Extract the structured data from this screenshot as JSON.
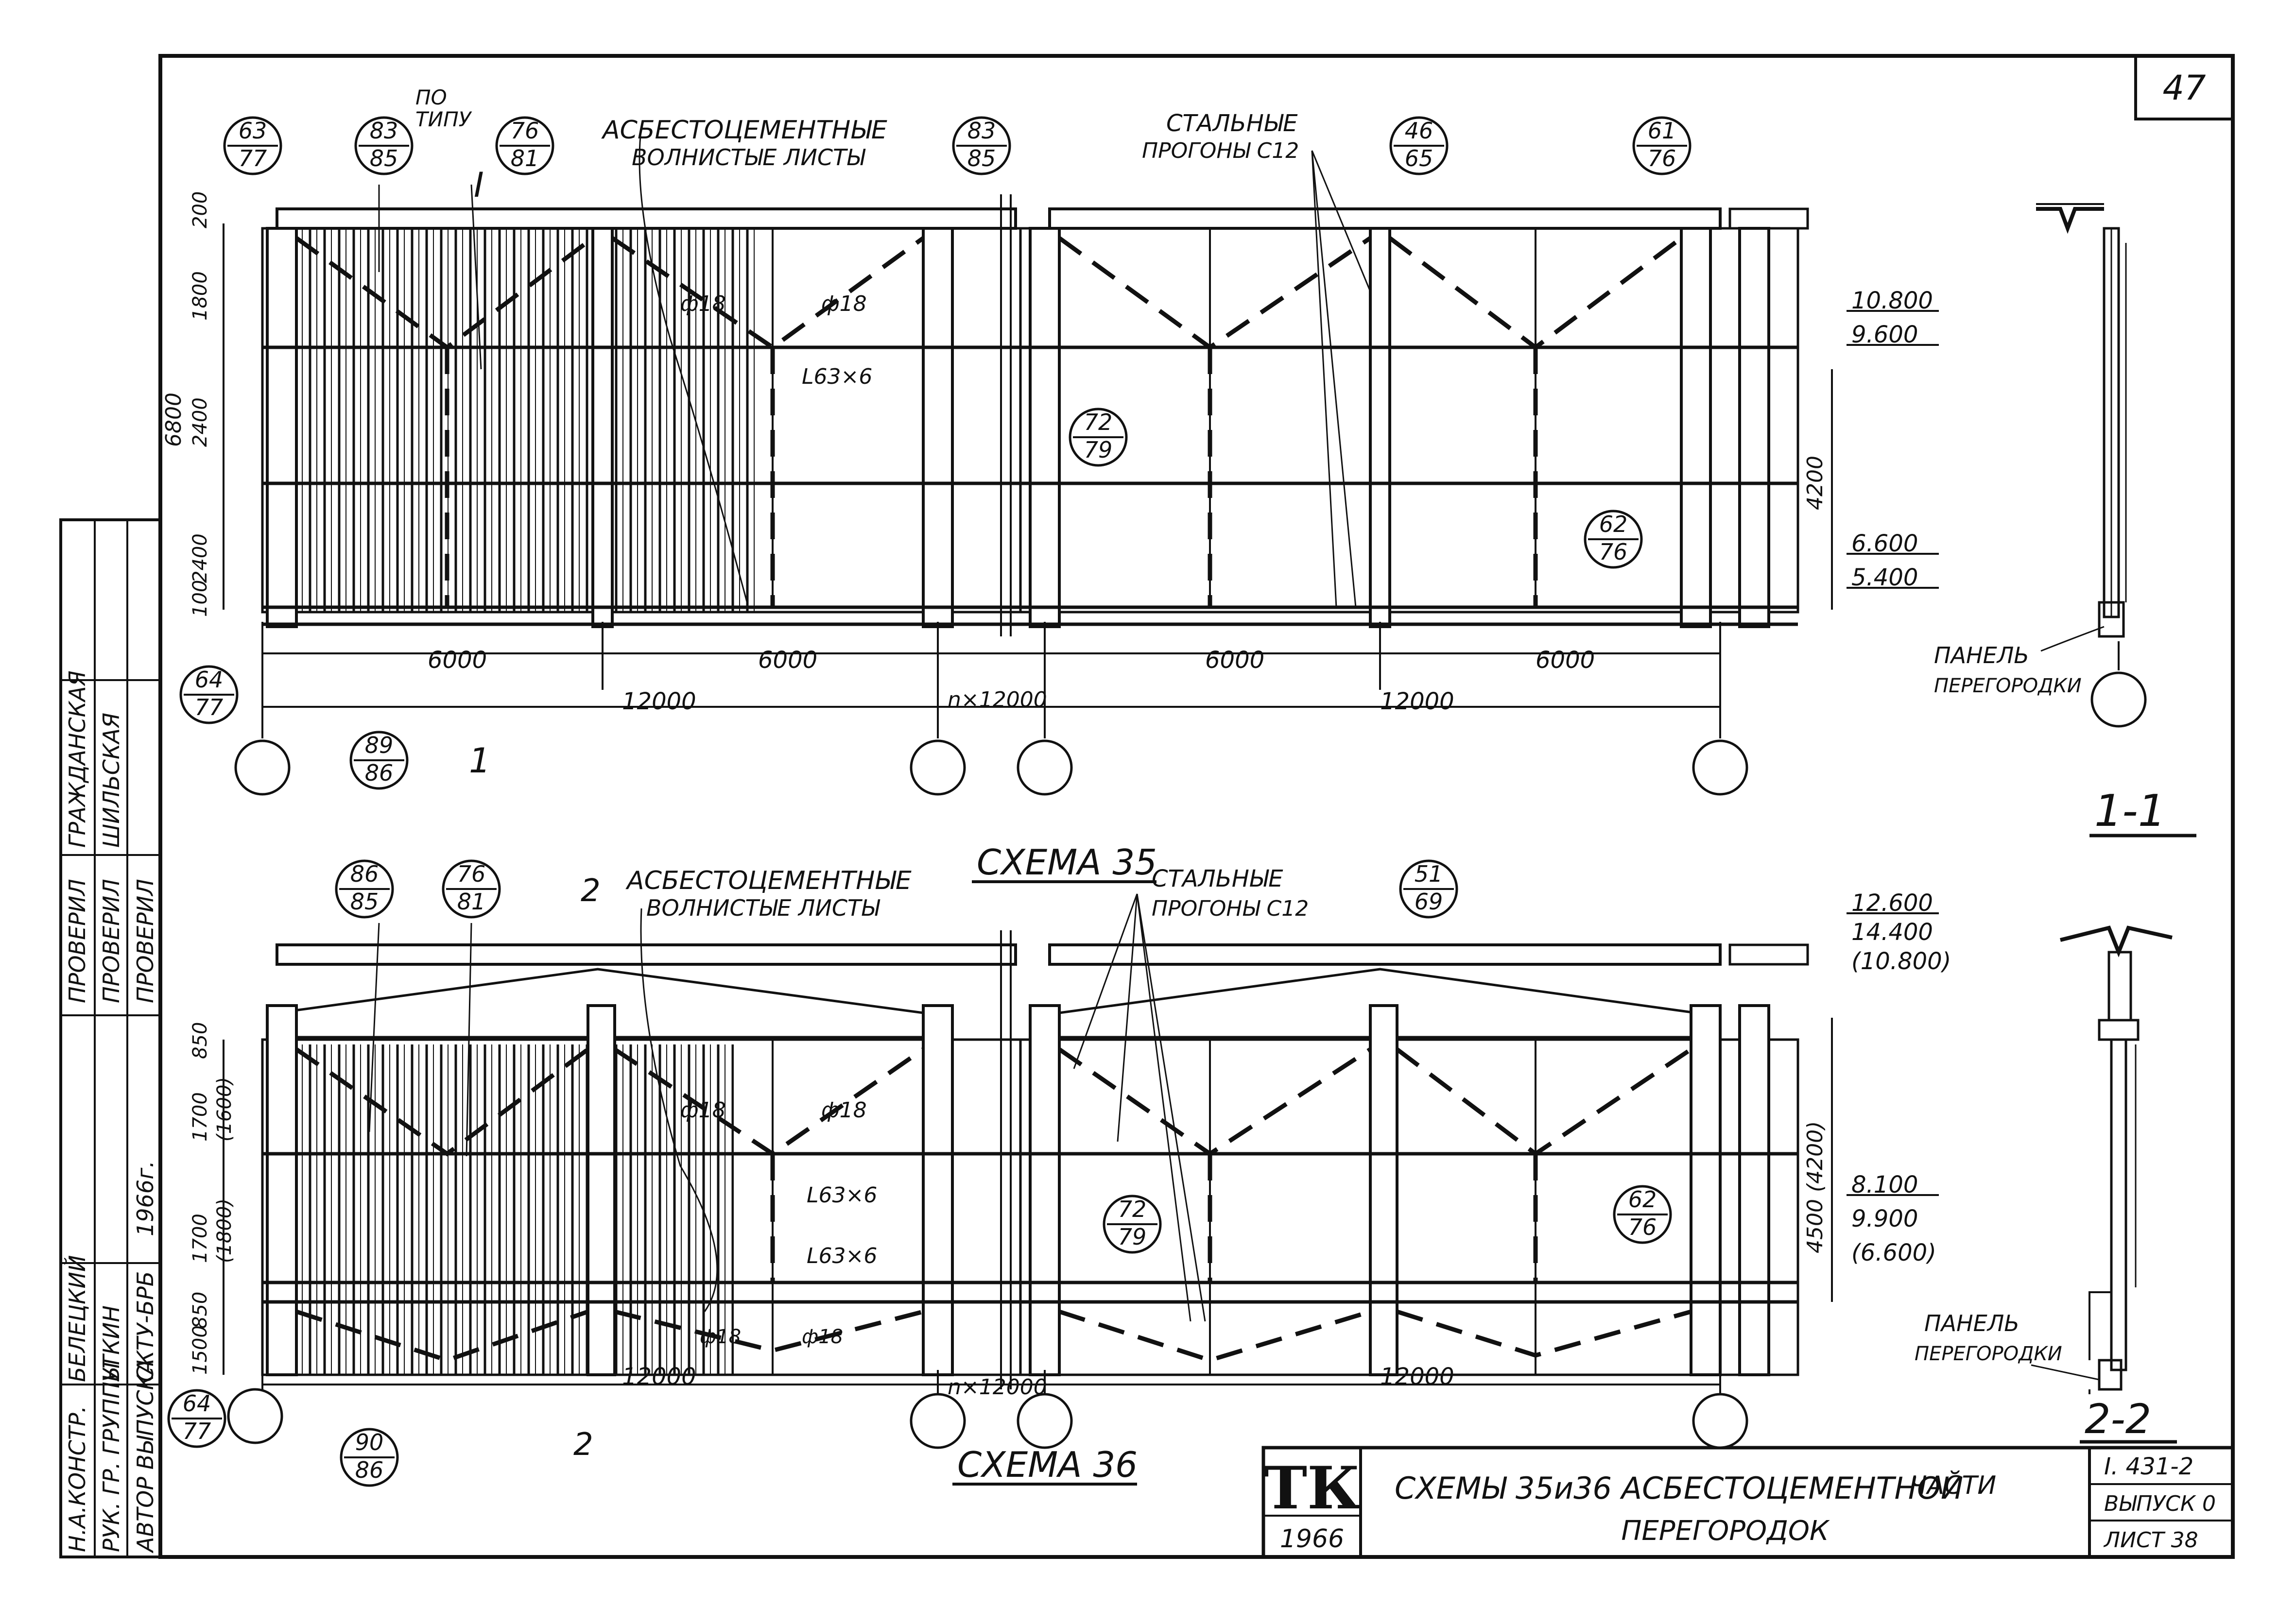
{
  "sheet": {
    "page_number": "47",
    "title_line1": "СХЕМЫ 35и36 АСБЕСТОЦЕМЕНТНОЙ",
    "title_line1b": "ЧАСТИ",
    "title_line2": "ПЕРЕГОРОДОК",
    "logo": "ТК",
    "year": "1966",
    "series": "I. 431-2",
    "issue": "ВЫПУСК 0",
    "sheet_no": "ЛИСТ 38"
  },
  "stamp": {
    "rows": [
      {
        "role": "Н.А.КОНСТР.",
        "name": "БЕЛЕЦКИЙ"
      },
      {
        "role": "РУК. ГР. ГРУППЫ",
        "name": "УТКИН"
      },
      {
        "role": "АВТОР ВЫПУСКА",
        "name": "СКТУ-БРБ"
      },
      {
        "role": "ПРОВЕРИЛ",
        "name": "ПРОВЕРИЛ"
      },
      {
        "role": "ПРОВЕРИЛ",
        "name": "ГРАЖДАНСКАЯ"
      },
      {
        "role": "",
        "name": "ШИЛЬСКАЯ"
      }
    ],
    "year": "1966г."
  },
  "scheme35": {
    "label": "СХЕМА 35",
    "note_asbestos_1": "АСБЕСТОЦЕМЕНТНЫЕ",
    "note_asbestos_2": "ВОЛНИСТЫЕ ЛИСТЫ",
    "note_steel_1": "СТАЛЬНЫЕ",
    "note_steel_2": "ПРОГОНЫ С12",
    "po_tipu_1": "ПО",
    "po_tipu_2": "ТИПУ",
    "section_mark_top": "I",
    "section_mark_bottom": "1",
    "angle": "L63×6",
    "rod": "ф18",
    "bubbles": [
      {
        "top": "63",
        "bottom": "77"
      },
      {
        "top": "83",
        "bottom": "85"
      },
      {
        "top": "76",
        "bottom": "81"
      },
      {
        "top": "83",
        "bottom": "85"
      },
      {
        "top": "46",
        "bottom": "65"
      },
      {
        "top": "61",
        "bottom": "76"
      },
      {
        "top": "72",
        "bottom": "79"
      },
      {
        "top": "62",
        "bottom": "76"
      },
      {
        "top": "64",
        "bottom": "77"
      },
      {
        "top": "89",
        "bottom": "86"
      }
    ],
    "dims_vertical": [
      "200",
      "1800",
      "2400",
      "2400",
      "100",
      "6800"
    ],
    "dims_horizontal": [
      "6000",
      "6000",
      "12000",
      "n×12000",
      "6000",
      "6000",
      "12000"
    ],
    "elevations": [
      "10.800",
      "9.600",
      "6.600",
      "5.400"
    ],
    "dim_right": "4200"
  },
  "scheme36": {
    "label": "СХЕМА 36",
    "note_asbestos_1": "АСБЕСТОЦЕМЕНТНЫЕ",
    "note_asbestos_2": "ВОЛНИСТЫЕ ЛИСТЫ",
    "note_steel_1": "СТАЛЬНЫЕ",
    "note_steel_2": "ПРОГОНЫ С12",
    "section_mark_top": "2",
    "section_mark_bottom": "2",
    "angle1": "L63×6",
    "angle2": "L63×6",
    "rod": "ф18",
    "bubbles": [
      {
        "top": "86",
        "bottom": "85"
      },
      {
        "top": "76",
        "bottom": "81"
      },
      {
        "top": "51",
        "bottom": "69"
      },
      {
        "top": "72",
        "bottom": "79"
      },
      {
        "top": "62",
        "bottom": "76"
      },
      {
        "top": "64",
        "bottom": "77"
      },
      {
        "top": "90",
        "bottom": "86"
      }
    ],
    "dims_vertical": [
      "850",
      "1700",
      "(1600)",
      "1700",
      "(1800)",
      "850",
      "1500"
    ],
    "dims_horizontal": [
      "12000",
      "n×12000",
      "12000"
    ],
    "elevations": [
      "12.600",
      "14.400",
      "(10.800)",
      "8.100",
      "9.900",
      "(6.600)"
    ],
    "dim_right": "4500 (4200)"
  },
  "section11": {
    "label": "1-1",
    "panel_1": "ПАНЕЛЬ",
    "panel_2": "ПЕРЕГОРОДКИ"
  },
  "section22": {
    "label": "2-2",
    "panel_1": "ПАНЕЛЬ",
    "panel_2": "ПЕРЕГОРОДКИ"
  }
}
